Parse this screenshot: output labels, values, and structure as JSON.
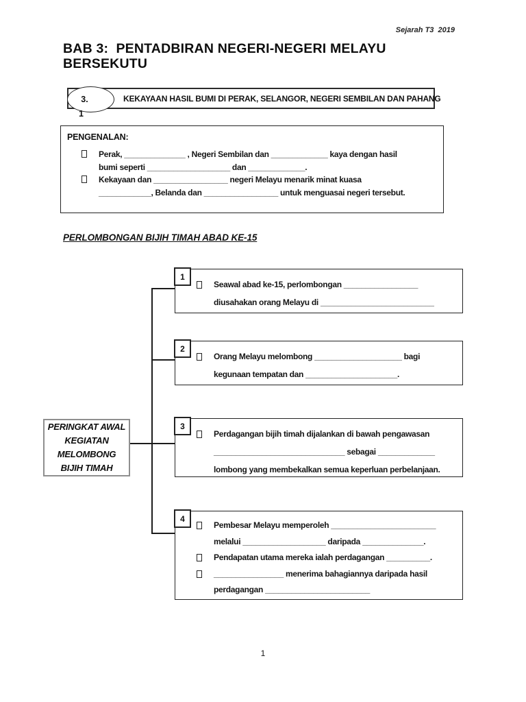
{
  "page": {
    "meta": "Sejarah T3  2019",
    "title_line1": "BAB 3:  PENTADBIRAN NEGERI-NEGERI MELAYU",
    "title_line2": "BERSEKUTU",
    "page_number": "1"
  },
  "section": {
    "number_top": "3.",
    "number_sub": "1",
    "label": "KEKAYAAN HASIL BUMI DI PERAK, SELANGOR, NEGERI SEMBILAN DAN PAHANG"
  },
  "pengenalan": {
    "heading": "PENGENALAN:",
    "lines": [
      {
        "bullet": true,
        "text": "Perak, ______________ , Negeri Sembilan dan _____________ kaya dengan hasil"
      },
      {
        "bullet": false,
        "text": "bumi seperti ___________________ dan _____________."
      },
      {
        "bullet": true,
        "text": "Kekayaan dan _________________ negeri Melayu menarik minat kuasa"
      },
      {
        "bullet": false,
        "text": "____________, Belanda dan _________________ untuk menguasai negeri tersebut."
      }
    ]
  },
  "subheading": "PERLOMBONGAN BIJIH TIMAH ABAD KE-15",
  "diagram": {
    "root_label": {
      "line1": "PERINGKAT AWAL",
      "line2": "KEGIATAN",
      "line3": "MELOMBONG",
      "line4": "BIJIH TIMAH"
    },
    "boxes": [
      {
        "number": "1",
        "lines": [
          {
            "bullet": true,
            "text": "Seawal abad ke-15, perlombongan _________________"
          },
          {
            "bullet": false,
            "text": "diusahakan orang Melayu di __________________________"
          }
        ]
      },
      {
        "number": "2",
        "lines": [
          {
            "bullet": true,
            "text": "Orang Melayu melombong ____________________ bagi"
          },
          {
            "bullet": false,
            "text": "kegunaan tempatan dan _____________________."
          }
        ]
      },
      {
        "number": "3",
        "lines": [
          {
            "bullet": true,
            "text": "Perdagangan bijih timah dijalankan di bawah pengawasan"
          },
          {
            "bullet": false,
            "text": "______________________________ sebagai _____________"
          },
          {
            "bullet": false,
            "text": "lombong yang membekalkan semua keperluan perbelanjaan."
          }
        ]
      },
      {
        "number": "4",
        "lines": [
          {
            "bullet": true,
            "text": "Pembesar Melayu memperoleh ________________________"
          },
          {
            "bullet": false,
            "text": "melalui ___________________ daripada ______________."
          },
          {
            "bullet": true,
            "text": "Pendapatan utama mereka ialah perdagangan __________."
          },
          {
            "bullet": true,
            "text": "________________ menerima bahagiannya daripada hasil"
          },
          {
            "bullet": false,
            "text": "perdagangan ________________________"
          }
        ]
      }
    ]
  }
}
